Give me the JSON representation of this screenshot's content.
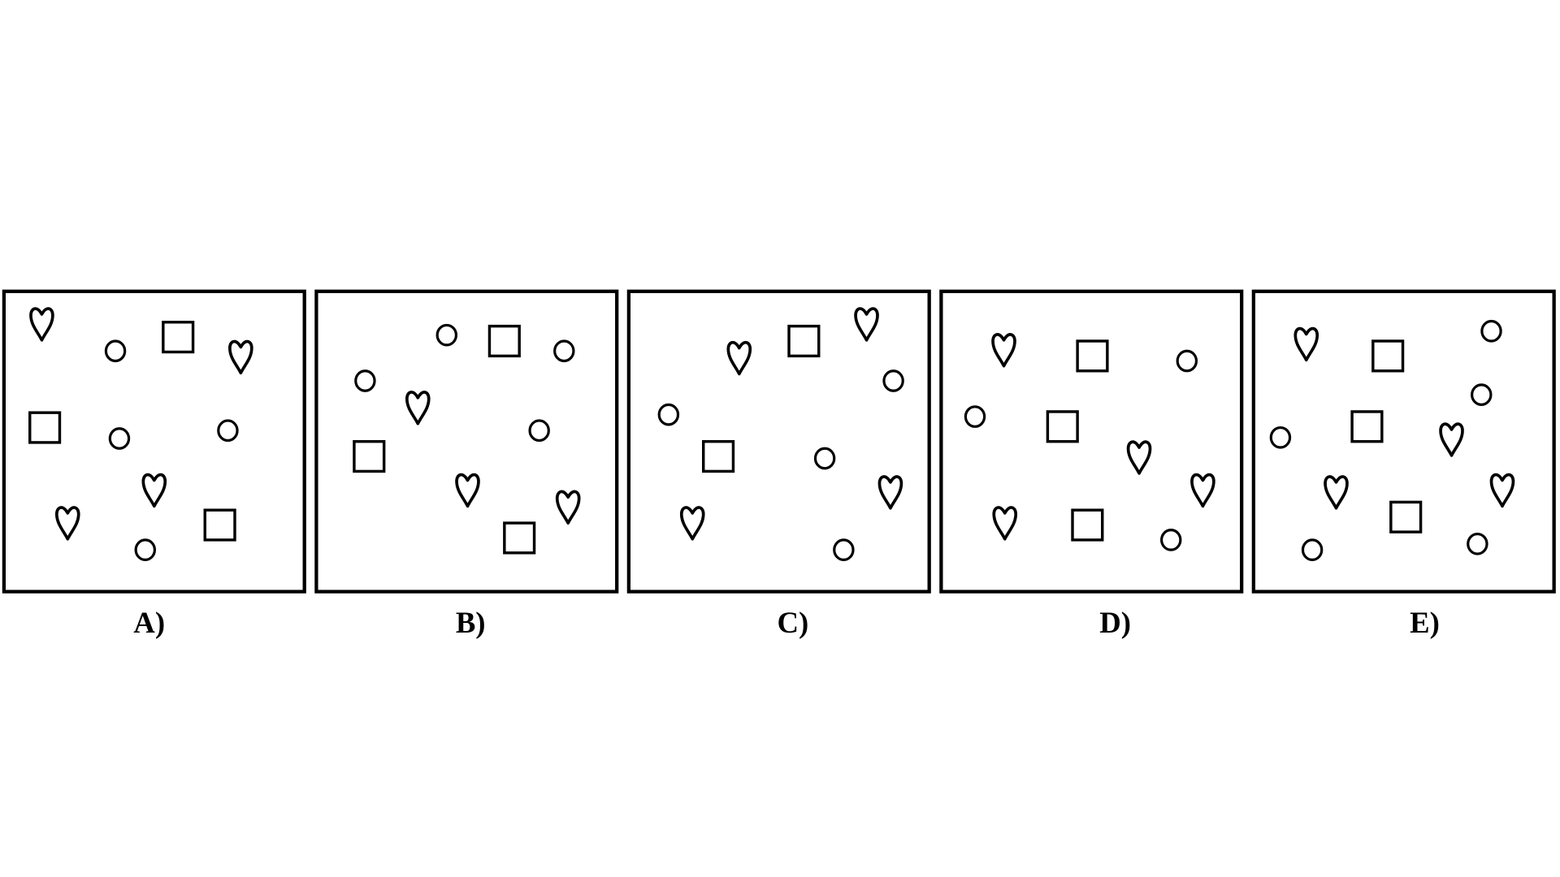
{
  "panels": [
    {
      "label": "A)"
    },
    {
      "label": "B)"
    },
    {
      "label": "C)"
    },
    {
      "label": "D)"
    },
    {
      "label": "E)"
    }
  ]
}
